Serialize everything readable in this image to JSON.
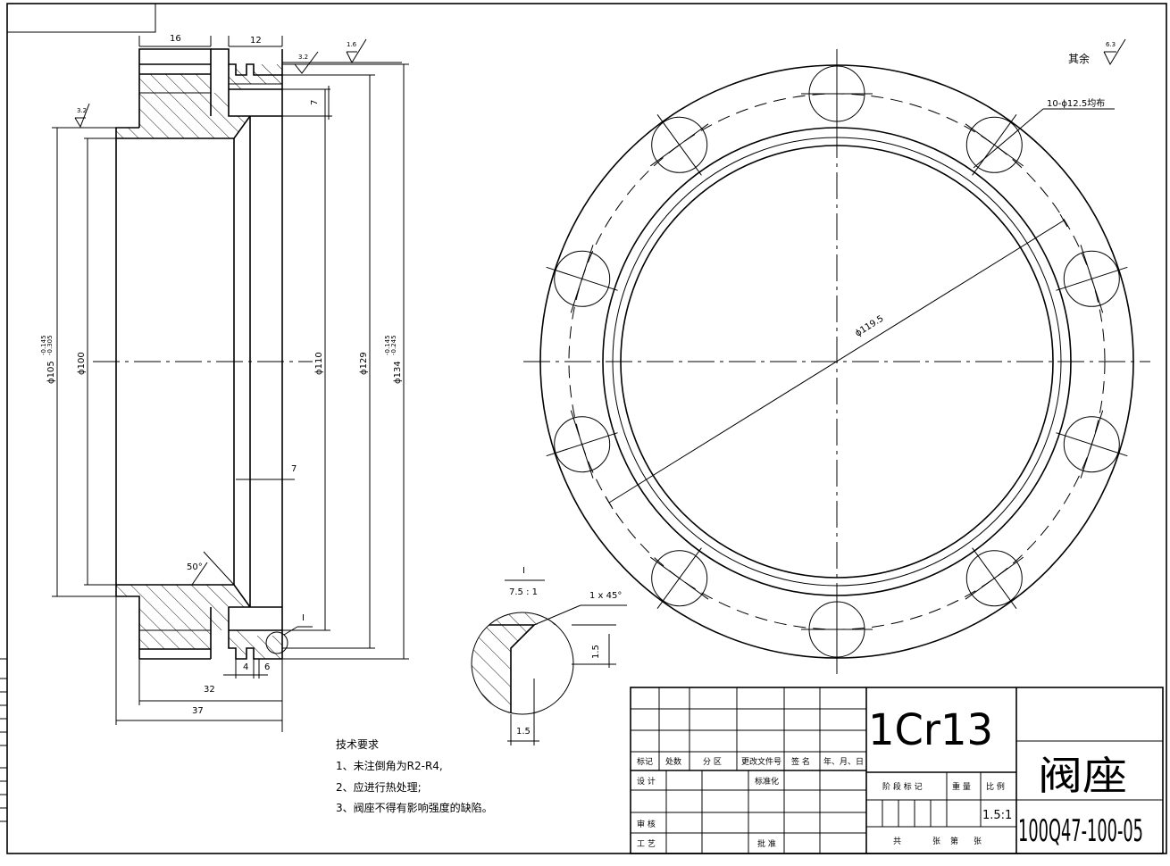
{
  "drawing": {
    "material": "1Cr13",
    "part_name": "阀座",
    "drawing_number": "100Q47-100-05",
    "scale": "1.5:1"
  },
  "section_view": {
    "dims": {
      "top_width_16": "16",
      "top_width_12": "12",
      "groove_7": "7",
      "inner_step_7": "7",
      "phi105": "ϕ105",
      "phi105_tol_upper": "-0.145",
      "phi105_tol_lower": "-0.305",
      "phi100": "ϕ100",
      "phi110": "ϕ110",
      "phi129": "ϕ129",
      "phi134": "ϕ134",
      "phi134_tol_upper": "-0.145",
      "phi134_tol_lower": "-0.245",
      "angle": "50°",
      "bottom_4": "4",
      "bottom_6": "6",
      "len_32": "32",
      "len_37": "37",
      "detail_ref": "I"
    },
    "roughness": {
      "r1": "3.2",
      "r2": "1.6",
      "r3": "3.2"
    }
  },
  "plan_view": {
    "bolt_holes": "10-ϕ12.5均布",
    "bore": "ϕ119.5",
    "rest_label": "其余",
    "rest_roughness": "6.3"
  },
  "detail_view": {
    "label": "I",
    "scale": "7.5 : 1",
    "chamfer": "1 x 45°",
    "height": "1.5",
    "width": "1.5"
  },
  "tech_requirements": {
    "title": "技术要求",
    "items": [
      "1、未注倒角为R2-R4,",
      "2、应进行热处理;",
      "3、阀座不得有影响强度的缺陷。"
    ]
  },
  "title_block": {
    "mark": "标记",
    "count": "处数",
    "zone": "分 区",
    "change_doc": "更改文件号",
    "signature": "签 名",
    "date": "年、月、日",
    "design": "设 计",
    "standardize": "标准化",
    "stage_mark": "阶 段 标 记",
    "weight": "重 量",
    "ratio": "比 例",
    "review": "审 核",
    "process": "工 艺",
    "approve": "批 准",
    "total": "共",
    "sheets": "张",
    "sheet_no": "第",
    "sheets2": "张"
  }
}
